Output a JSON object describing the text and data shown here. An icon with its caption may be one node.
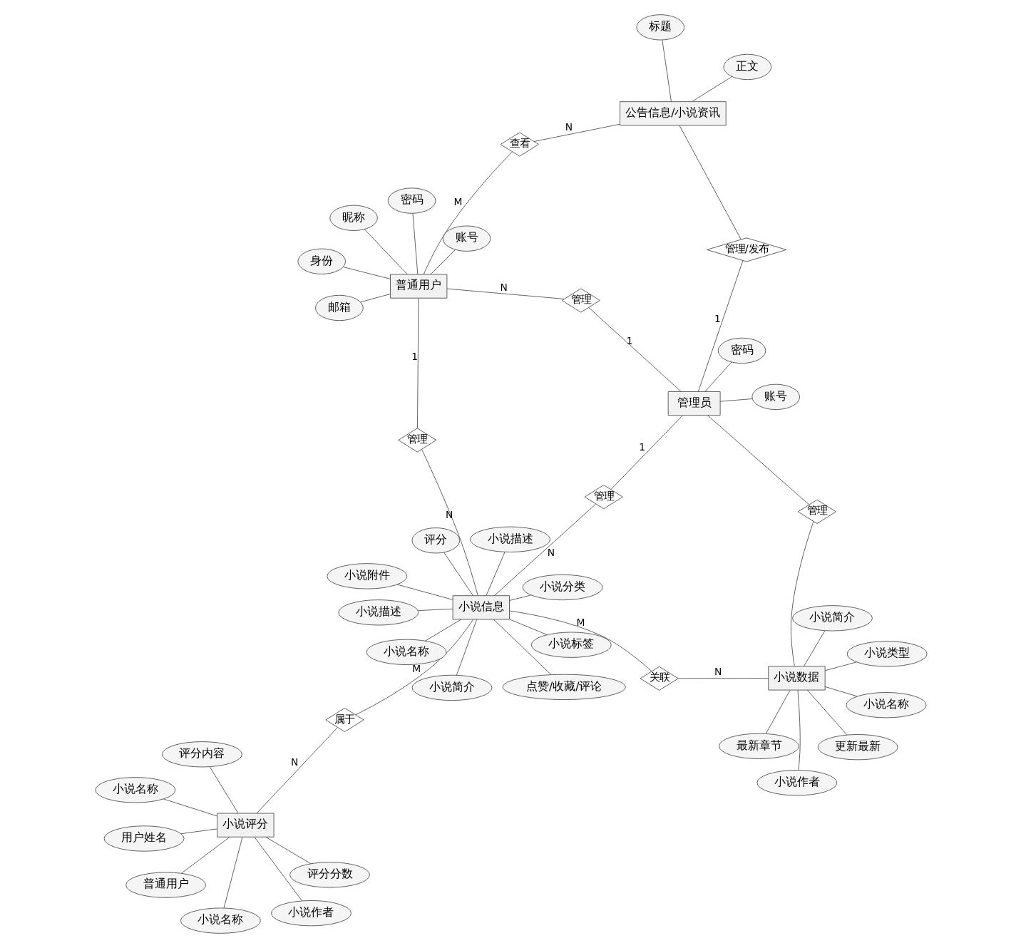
{
  "diagram": {
    "nodes": [
      {
        "text": [
          "用户姓名"
        ]
      },
      {
        "text": [
          "评分分数"
        ]
      },
      {
        "text": [
          "普通用户"
        ]
      },
      {
        "text": [
          "评分内容"
        ]
      },
      {
        "text": [
          "小说作者"
        ]
      },
      {
        "text": [
          "小说名称"
        ]
      },
      {
        "text": [
          "小说评分"
        ]
      },
      {
        "text": [
          "小说名称"
        ]
      },
      {
        "text": [
          "小说简介"
        ]
      },
      {
        "text": [
          "点赞/收藏/评论"
        ]
      },
      {
        "text": [
          "属于"
        ]
      },
      {
        "text": [
          "小说描述"
        ]
      },
      {
        "text": [
          "小说类型"
        ]
      },
      {
        "text": [
          "小说标签"
        ]
      },
      {
        "text": [
          "评分"
        ]
      },
      {
        "text": [
          "小说名称"
        ]
      },
      {
        "text": [
          "小说数据"
        ]
      },
      {
        "text": [
          "关联"
        ]
      },
      {
        "text": [
          "小说信息"
        ]
      },
      {
        "text": [
          "小说附件"
        ]
      },
      {
        "text": [
          "最新章节"
        ]
      },
      {
        "text": [
          "小说作者"
        ]
      },
      {
        "text": [
          "小说描述"
        ]
      },
      {
        "text": [
          "管理"
        ]
      },
      {
        "text": [
          "管理"
        ]
      },
      {
        "text": [
          "管理"
        ]
      },
      {
        "text": [
          "小说分类"
        ]
      },
      {
        "text": [
          "小说名称"
        ]
      },
      {
        "text": [
          "更新最新"
        ]
      },
      {
        "text": [
          "账号"
        ]
      },
      {
        "text": [
          "小说简介"
        ]
      },
      {
        "text": [
          "管理员"
        ]
      },
      {
        "text": [
          "管理"
        ]
      },
      {
        "text": [
          "普通用户"
        ]
      },
      {
        "text": [
          "密码"
        ]
      },
      {
        "text": [
          "账号"
        ]
      },
      {
        "text": [
          "昵称"
        ]
      },
      {
        "text": [
          "管理/发布"
        ]
      },
      {
        "text": [
          "密码"
        ]
      },
      {
        "text": [
          "邮箱"
        ]
      },
      {
        "text": [
          "查看"
        ]
      },
      {
        "text": [
          "身份"
        ]
      },
      {
        "text": [
          "公告信息/小说资讯"
        ]
      },
      {
        "text": [
          "标题"
        ]
      },
      {
        "text": [
          "正文"
        ]
      }
    ],
    "edges": [
      {
        "from": 6,
        "to": 0,
        "arrow": "none"
      },
      {
        "from": 6,
        "to": 1,
        "arrow": "none"
      },
      {
        "from": 6,
        "to": 2,
        "arrow": "none"
      },
      {
        "from": 6,
        "to": 3,
        "arrow": "none"
      },
      {
        "from": 6,
        "to": 4,
        "arrow": "none"
      },
      {
        "from": 6,
        "to": 5,
        "arrow": "none"
      },
      {
        "from": 6,
        "to": 7,
        "arrow": "none"
      },
      {
        "from": 6,
        "to": 10,
        "arrow": "none",
        "label": "N"
      },
      {
        "from": 10,
        "to": 18,
        "arrow": "none",
        "label": "M"
      },
      {
        "from": 18,
        "to": 9,
        "arrow": "none"
      },
      {
        "from": 18,
        "to": 14,
        "arrow": "none"
      },
      {
        "from": 18,
        "to": 8,
        "arrow": "none"
      },
      {
        "from": 18,
        "to": 11,
        "arrow": "none"
      },
      {
        "from": 18,
        "to": 13,
        "arrow": "none"
      },
      {
        "from": 18,
        "to": 19,
        "arrow": "none"
      },
      {
        "from": 18,
        "to": 22,
        "arrow": "none"
      },
      {
        "from": 18,
        "to": 26,
        "arrow": "none"
      },
      {
        "from": 18,
        "to": 27,
        "arrow": "none"
      },
      {
        "from": 16,
        "to": 12,
        "arrow": "none"
      },
      {
        "from": 16,
        "to": 15,
        "arrow": "none"
      },
      {
        "from": 16,
        "to": 20,
        "arrow": "none"
      },
      {
        "from": 16,
        "to": 21,
        "arrow": "none"
      },
      {
        "from": 16,
        "to": 28,
        "arrow": "none"
      },
      {
        "from": 16,
        "to": 30,
        "arrow": "none"
      },
      {
        "from": 16,
        "to": 17,
        "arrow": "none",
        "label": "N"
      },
      {
        "from": 17,
        "to": 18,
        "arrow": "none",
        "label": "M"
      },
      {
        "from": 16,
        "to": 24,
        "arrow": "none"
      },
      {
        "from": 24,
        "to": 31,
        "arrow": "none"
      },
      {
        "from": 31,
        "to": 23,
        "arrow": "none",
        "label": "1"
      },
      {
        "from": 23,
        "to": 18,
        "arrow": "none",
        "label": "N"
      },
      {
        "from": 18,
        "to": 25,
        "arrow": "none",
        "label": "N"
      },
      {
        "from": 25,
        "to": 33,
        "arrow": "none",
        "label": "1"
      },
      {
        "from": 31,
        "to": 32,
        "arrow": "none",
        "label": "1"
      },
      {
        "from": 32,
        "to": 33,
        "arrow": "none",
        "label": "N"
      },
      {
        "from": 33,
        "to": 29,
        "arrow": "none"
      },
      {
        "from": 33,
        "to": 34,
        "arrow": "none"
      },
      {
        "from": 33,
        "to": 36,
        "arrow": "none"
      },
      {
        "from": 33,
        "to": 39,
        "arrow": "none"
      },
      {
        "from": 33,
        "to": 41,
        "arrow": "none"
      },
      {
        "from": 31,
        "to": 35,
        "arrow": "none"
      },
      {
        "from": 31,
        "to": 38,
        "arrow": "none"
      },
      {
        "from": 31,
        "to": 37,
        "arrow": "none",
        "label": "1"
      },
      {
        "from": 37,
        "to": 42,
        "arrow": "none"
      },
      {
        "from": 33,
        "to": 40,
        "arrow": "none",
        "label": "M"
      },
      {
        "from": 40,
        "to": 42,
        "arrow": "none",
        "label": "N"
      },
      {
        "from": 42,
        "to": 43,
        "arrow": "none"
      },
      {
        "from": 42,
        "to": 44,
        "arrow": "none"
      }
    ]
  }
}
